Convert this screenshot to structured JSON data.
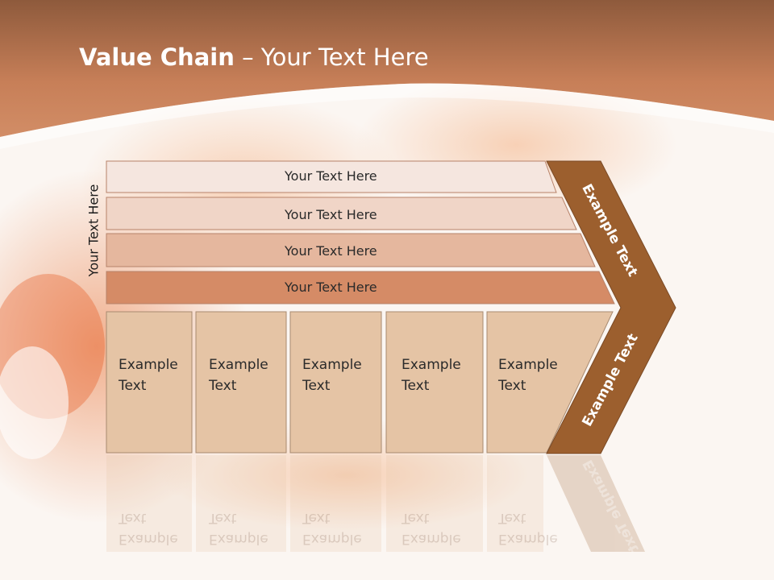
{
  "title": {
    "bold": "Value Chain",
    "rest": " – Your Text Here"
  },
  "side_label": "Your Text Here",
  "rows": [
    {
      "label": "Your Text Here"
    },
    {
      "label": "Your Text Here"
    },
    {
      "label": "Your Text Here"
    },
    {
      "label": "Your Text Here"
    }
  ],
  "columns": [
    {
      "line1": "Example",
      "line2": "Text"
    },
    {
      "line1": "Example",
      "line2": "Text"
    },
    {
      "line1": "Example",
      "line2": "Text"
    },
    {
      "line1": "Example",
      "line2": "Text"
    },
    {
      "line1": "Example",
      "line2": "Text"
    }
  ],
  "arrow": {
    "upper": "Example Text",
    "lower": "Example Text"
  },
  "colors": {
    "header": "#c77f58",
    "arrow": "#9c5f2e",
    "row1": "#f5e6df",
    "row2": "#f0d5c7",
    "row3": "#e5b79e",
    "row4": "#d58b66",
    "column": "#e5c4a5"
  }
}
